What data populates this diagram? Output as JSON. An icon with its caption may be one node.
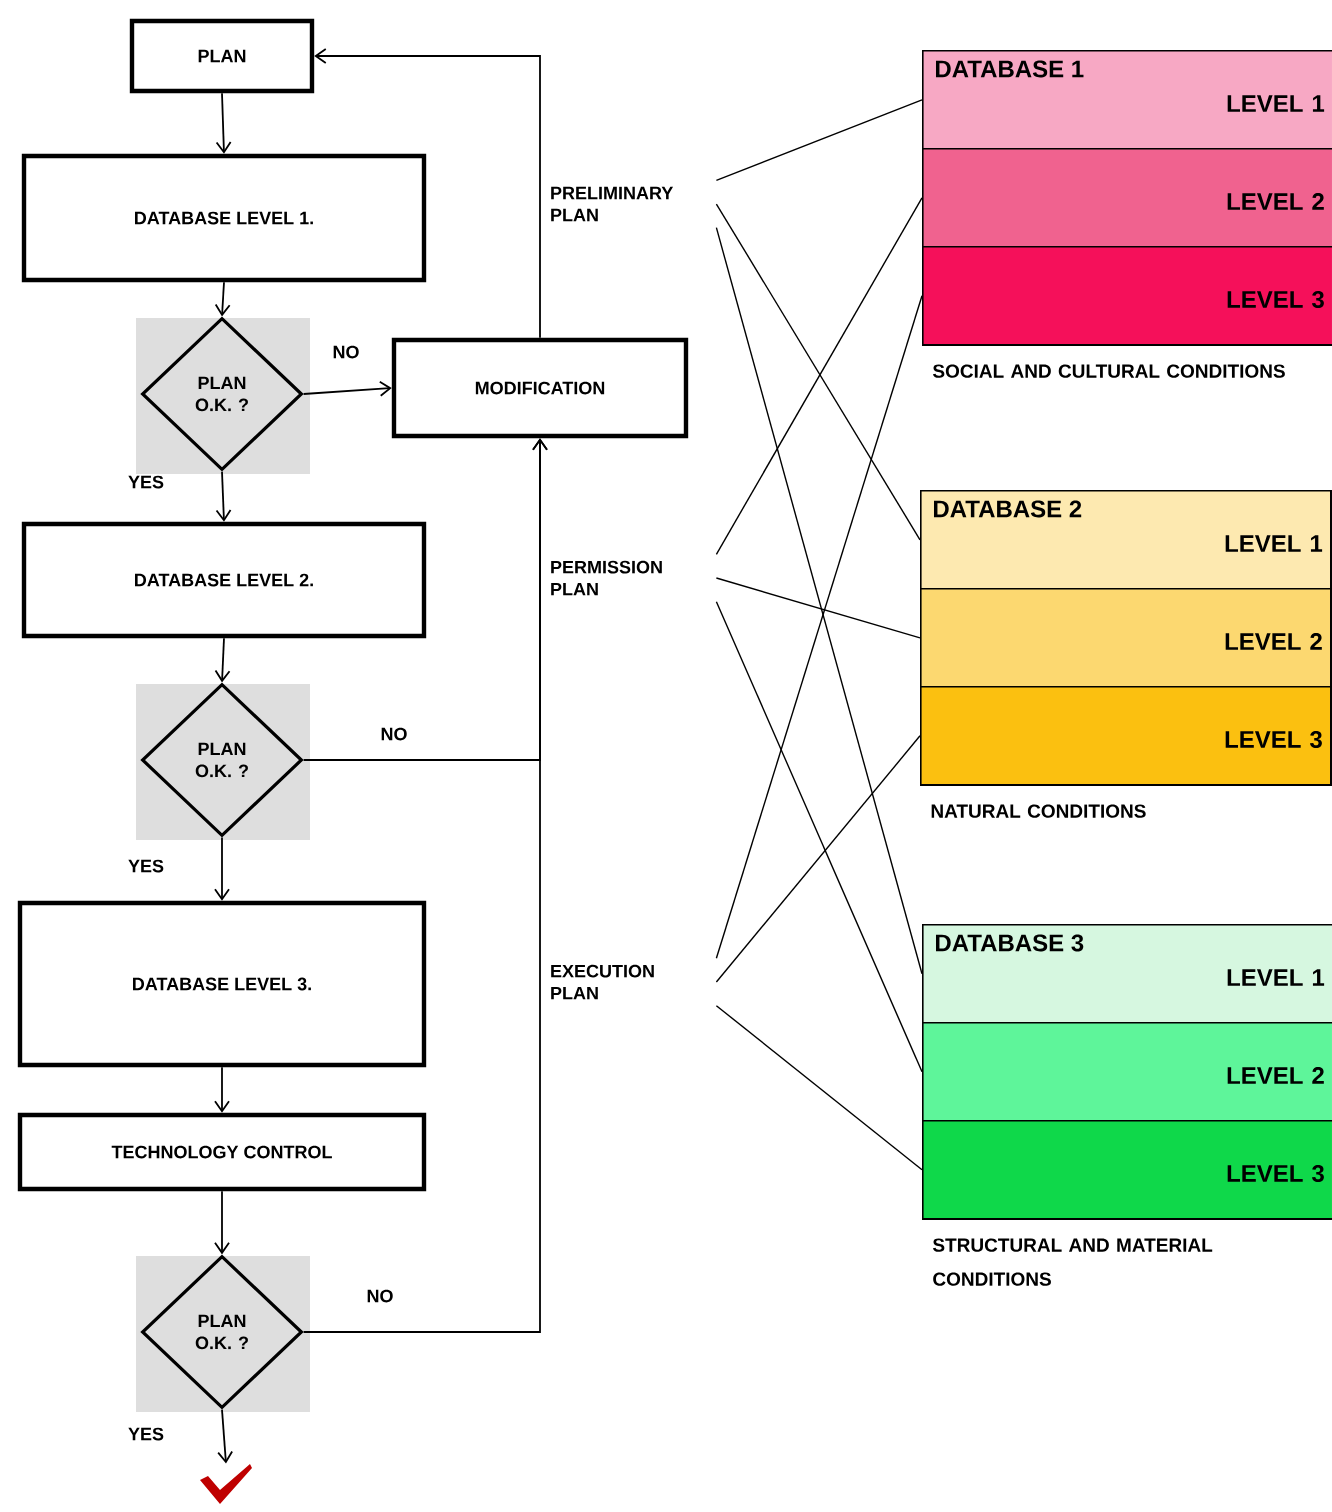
{
  "diagram": {
    "nodes": [
      {
        "text": [
          "PLAN"
        ]
      },
      {
        "text": [
          "DATABASE LEVEL 1."
        ]
      },
      {
        "text": [
          "PLAN O.K. ?"
        ]
      },
      {
        "text": [
          "MODIFICATION"
        ]
      },
      {
        "text": [
          "DATABASE LEVEL 2."
        ]
      },
      {
        "text": [
          "PLAN O.K. ?"
        ]
      },
      {
        "text": [
          "DATABASE LEVEL 3."
        ]
      },
      {
        "text": [
          "TECHNOLOGY CONTROL"
        ]
      },
      {
        "text": [
          "PLAN O.K. ?"
        ]
      },
      {
        "text": [],
        "shape": "check"
      },
      {
        "text": [
          "PRELIMINARY PLAN"
        ]
      },
      {
        "text": [
          "PERMISSION PLAN"
        ]
      },
      {
        "text": [
          "EXECUTION PLAN"
        ]
      },
      {
        "text": [
          "SOCIAL AND CULTURAL CONDITIONS"
        ]
      },
      {
        "text": [
          "DATABASE 1",
          "LEVEL 1"
        ],
        "in": 13
      },
      {
        "text": [
          "LEVEL 2"
        ],
        "in": 13
      },
      {
        "text": [
          "LEVEL 3"
        ],
        "in": 13
      },
      {
        "text": [
          "NATURAL CONDITIONS"
        ]
      },
      {
        "text": [
          "DATABASE 2",
          "LEVEL 1"
        ],
        "in": 17
      },
      {
        "text": [
          "LEVEL 2"
        ],
        "in": 17
      },
      {
        "text": [
          "LEVEL 3"
        ],
        "in": 17
      },
      {
        "text": [
          "STRUCTURAL AND MATERIAL CONDITIONS"
        ]
      },
      {
        "text": [
          "DATABASE 3",
          "LEVEL 1"
        ],
        "in": 21
      },
      {
        "text": [
          "LEVEL 2"
        ],
        "in": 21
      },
      {
        "text": [
          "LEVEL 3"
        ],
        "in": 21
      }
    ],
    "edges": [
      {
        "from": 0,
        "to": 1,
        "arrow": "to"
      },
      {
        "from": 1,
        "to": 2,
        "arrow": "to"
      },
      {
        "from": 2,
        "to": 3,
        "arrow": "to",
        "label": "NO"
      },
      {
        "from": 3,
        "to": 0,
        "arrow": "to"
      },
      {
        "from": 2,
        "to": 4,
        "arrow": "to",
        "label": "YES"
      },
      {
        "from": 4,
        "to": 5,
        "arrow": "to"
      },
      {
        "from": 5,
        "to": 3,
        "arrow": "to",
        "label": "NO"
      },
      {
        "from": 5,
        "to": 6,
        "arrow": "to",
        "label": "YES"
      },
      {
        "from": 6,
        "to": 7,
        "arrow": "to"
      },
      {
        "from": 7,
        "to": 8,
        "arrow": "to"
      },
      {
        "from": 8,
        "to": 3,
        "arrow": "to",
        "label": "NO"
      },
      {
        "from": 8,
        "to": 9,
        "arrow": "to",
        "label": "YES"
      },
      {
        "from": 10,
        "to": 14,
        "arrow": "none"
      },
      {
        "from": 10,
        "to": 18,
        "arrow": "none"
      },
      {
        "from": 10,
        "to": 22,
        "arrow": "none"
      },
      {
        "from": 11,
        "to": 15,
        "arrow": "none"
      },
      {
        "from": 11,
        "to": 19,
        "arrow": "none"
      },
      {
        "from": 11,
        "to": 23,
        "arrow": "none"
      },
      {
        "from": 12,
        "to": 16,
        "arrow": "none"
      },
      {
        "from": 12,
        "to": 20,
        "arrow": "none"
      },
      {
        "from": 12,
        "to": 24,
        "arrow": "none"
      }
    ]
  }
}
